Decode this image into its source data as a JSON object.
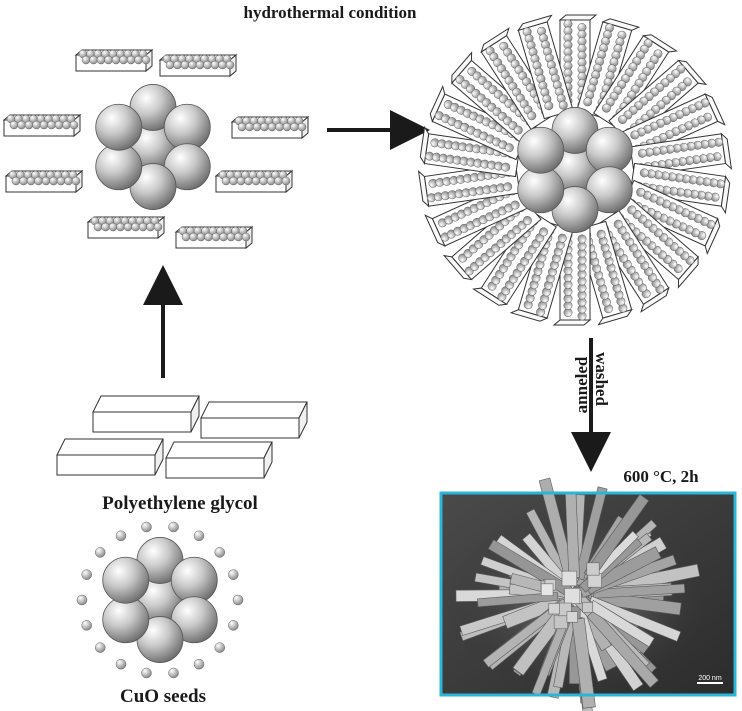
{
  "diagram": {
    "title": "hydrothermal condition",
    "polymer_label": "Polyethylene glycol",
    "seed_label": "CuO seeds",
    "step_left": "anneled",
    "step_right": "washed",
    "anneal_condition": "600 °C, 2h",
    "scale_bar": "200 nm",
    "colors": {
      "accent_frame": "#2bb5d6",
      "arrow": "#1a1a1a",
      "sphere_light": "#f4f4f4",
      "sphere_dark": "#6a6a6a"
    }
  }
}
